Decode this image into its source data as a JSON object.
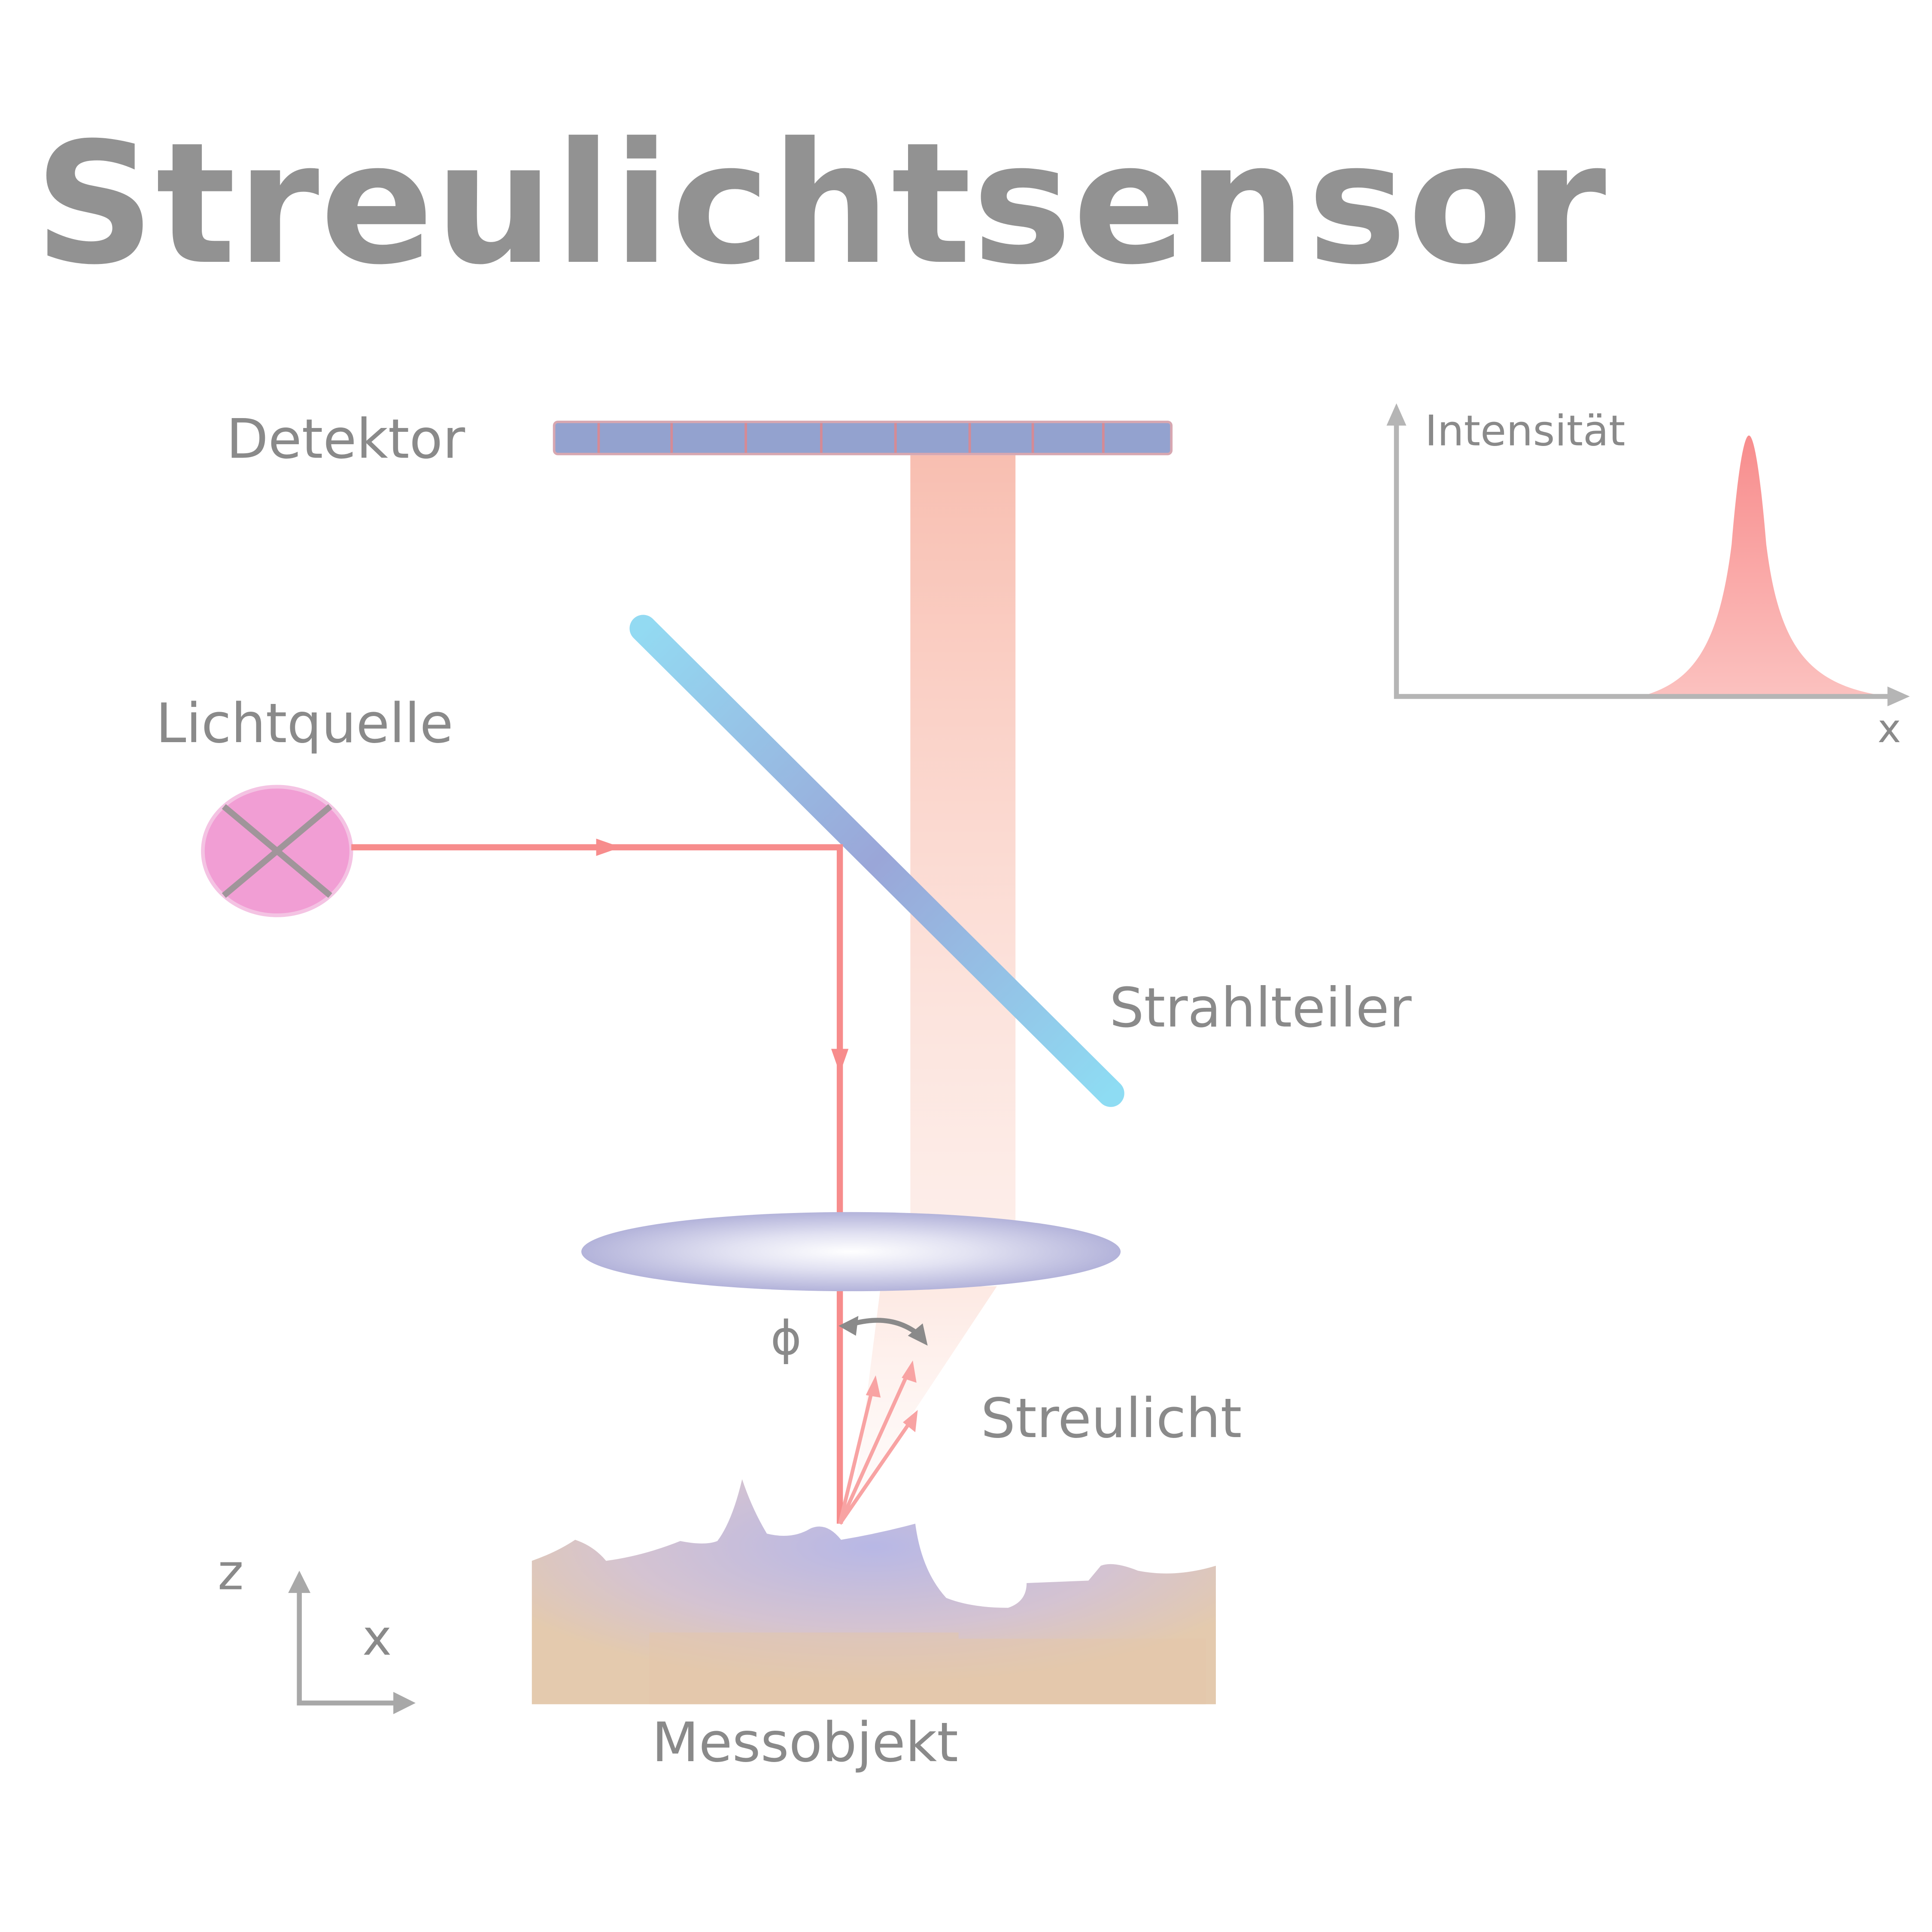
{
  "title": "Streulichtsensor",
  "labels": {
    "detector": "Detektor",
    "light_source": "Lichtquelle",
    "beam_splitter": "Strahlteiler",
    "scattered_light": "Streulicht",
    "measured_object": "Messobjekt",
    "angle_symbol": "ϕ",
    "axis_z": "z",
    "axis_x": "x"
  },
  "inset": {
    "y_label": "Intensität",
    "x_label": "x"
  },
  "colors": {
    "text": "#8a8a8a",
    "detector": "#93a2cf",
    "beam": "#f78c8c",
    "beam_splitter": "#8fd8f0",
    "light_source": "#f19ed4",
    "lens": "#bdbde0",
    "object_base": "#e3c7a8",
    "object_highlight": "#b8b6e0"
  }
}
